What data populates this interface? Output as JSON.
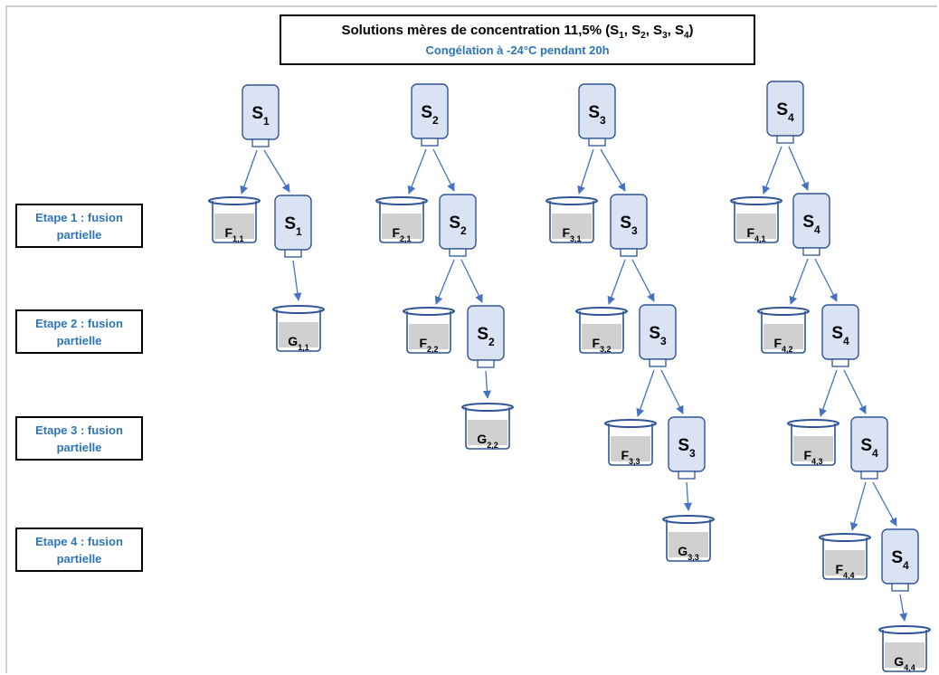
{
  "header": {
    "title_prefix": "Solutions mères de concentration 11,5% (",
    "title_suffix": ")",
    "title_items": [
      {
        "base": "S",
        "sub": "1"
      },
      {
        "base": "S",
        "sub": "2"
      },
      {
        "base": "S",
        "sub": "3"
      },
      {
        "base": "S",
        "sub": "4"
      }
    ],
    "subtitle": "Congélation à -24°C pendant 20h"
  },
  "steps": [
    {
      "label": "Etape 1 : fusion\npartielle"
    },
    {
      "label": "Etape 2 : fusion\npartielle"
    },
    {
      "label": "Etape 3 : fusion\npartielle"
    },
    {
      "label": "Etape 4 : fusion\npartielle"
    }
  ],
  "colors": {
    "bottle_fill": "#dae3f3",
    "bottle_stroke": "#2f5597",
    "beaker_rim": "#2f5597",
    "beaker_liquid": "#d0d0d0",
    "arrow": "#4472c4",
    "step_text": "#2e75b6"
  },
  "diagram": {
    "bottles": [
      {
        "base": "S",
        "sub": "1"
      },
      {
        "base": "S",
        "sub": "2"
      },
      {
        "base": "S",
        "sub": "3"
      },
      {
        "base": "S",
        "sub": "4"
      },
      {
        "base": "S",
        "sub": "1"
      },
      {
        "base": "S",
        "sub": "2"
      },
      {
        "base": "S",
        "sub": "3"
      },
      {
        "base": "S",
        "sub": "4"
      },
      {
        "base": "S",
        "sub": "2"
      },
      {
        "base": "S",
        "sub": "3"
      },
      {
        "base": "S",
        "sub": "4"
      },
      {
        "base": "S",
        "sub": "3"
      },
      {
        "base": "S",
        "sub": "4"
      },
      {
        "base": "S",
        "sub": "4"
      }
    ],
    "beakers": [
      {
        "base": "F",
        "sub": "1,1"
      },
      {
        "base": "F",
        "sub": "2,1"
      },
      {
        "base": "F",
        "sub": "3,1"
      },
      {
        "base": "F",
        "sub": "4,1"
      },
      {
        "base": "G",
        "sub": "1,1"
      },
      {
        "base": "F",
        "sub": "2,2"
      },
      {
        "base": "F",
        "sub": "3,2"
      },
      {
        "base": "F",
        "sub": "4,2"
      },
      {
        "base": "G",
        "sub": "2,2"
      },
      {
        "base": "F",
        "sub": "3,3"
      },
      {
        "base": "F",
        "sub": "4,3"
      },
      {
        "base": "G",
        "sub": "3,3"
      },
      {
        "base": "F",
        "sub": "4,4"
      },
      {
        "base": "G",
        "sub": "4,4"
      }
    ]
  }
}
